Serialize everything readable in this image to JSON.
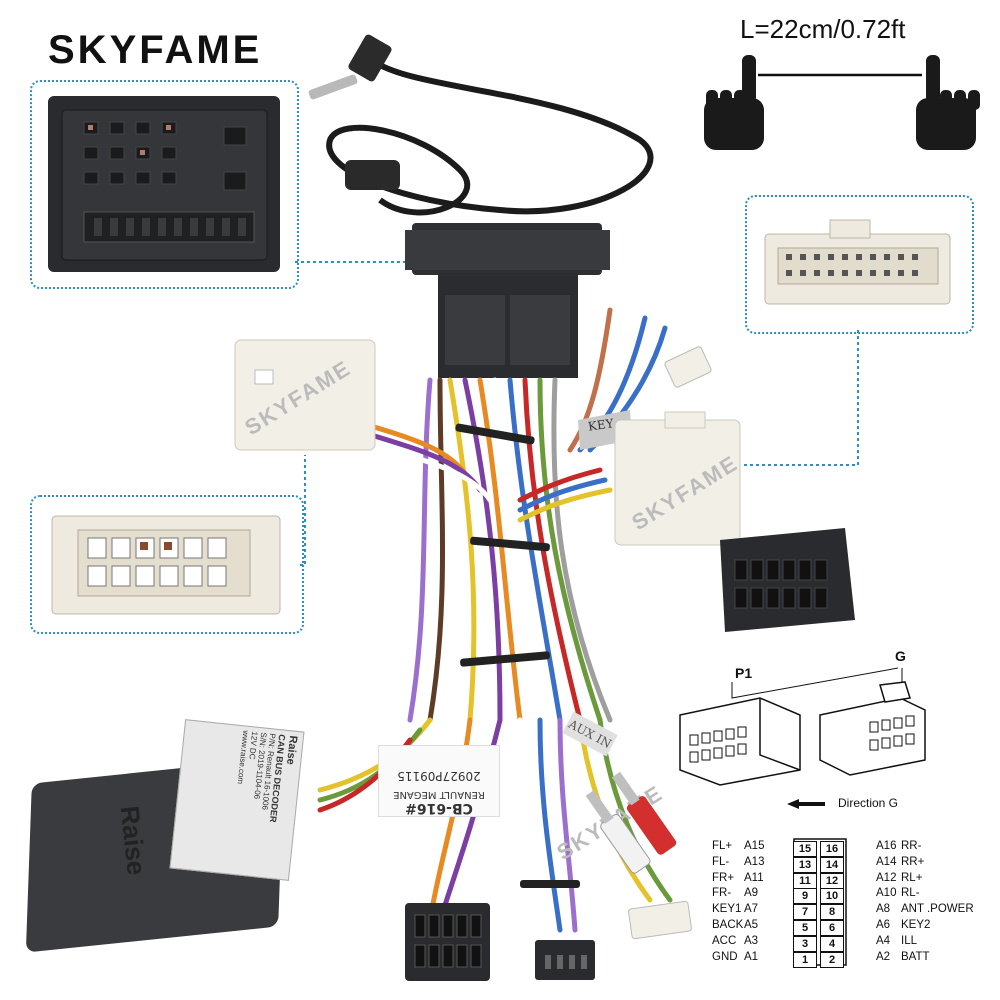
{
  "brand": "SKYFAME",
  "length_label": "L=22cm/0.72ft",
  "watermark": "SKYFAME",
  "key_tag": "KEY",
  "aux_tag": "AUX IN",
  "module": {
    "brand": "Raise",
    "label_title": "CAN BUS DECODER",
    "label_brand": "Raise",
    "label_lines": [
      "P/N: Renault 16-1006",
      "S/N: 2019-1104-06",
      "12V DC",
      "www.raise.com"
    ]
  },
  "sleeve": {
    "line1": "CB-616#",
    "line2": "20927P09115",
    "line3": "RENAULT MEGANE"
  },
  "diagram": {
    "p1_label": "P1",
    "g_label": "G",
    "direction_label": "Direction G"
  },
  "pinout": [
    {
      "left_name": "FL+",
      "left_code": "A15",
      "left_pin": "15",
      "right_pin": "16",
      "right_code": "A16",
      "right_name": "RR-"
    },
    {
      "left_name": "FL-",
      "left_code": "A13",
      "left_pin": "13",
      "right_pin": "14",
      "right_code": "A14",
      "right_name": "RR+"
    },
    {
      "left_name": "FR+",
      "left_code": "A11",
      "left_pin": "11",
      "right_pin": "12",
      "right_code": "A12",
      "right_name": "RL+"
    },
    {
      "left_name": "FR-",
      "left_code": "A9",
      "left_pin": "9",
      "right_pin": "10",
      "right_code": "A10",
      "right_name": "RL-"
    },
    {
      "left_name": "KEY1",
      "left_code": "A7",
      "left_pin": "7",
      "right_pin": "8",
      "right_code": "A8",
      "right_name": "ANT .POWER"
    },
    {
      "left_name": "BACK",
      "left_code": "A5",
      "left_pin": "5",
      "right_pin": "6",
      "right_code": "A6",
      "right_name": "KEY2"
    },
    {
      "left_name": "ACC",
      "left_code": "A3",
      "left_pin": "3",
      "right_pin": "4",
      "right_code": "A4",
      "right_name": "ILL"
    },
    {
      "left_name": "GND",
      "left_code": "A1",
      "left_pin": "1",
      "right_pin": "2",
      "right_code": "A2",
      "right_name": "BATT"
    }
  ],
  "colors": {
    "accent_blue": "#2b8fc9",
    "connector_dark": "#2a2b2e",
    "connector_white": "#f2efe7"
  }
}
